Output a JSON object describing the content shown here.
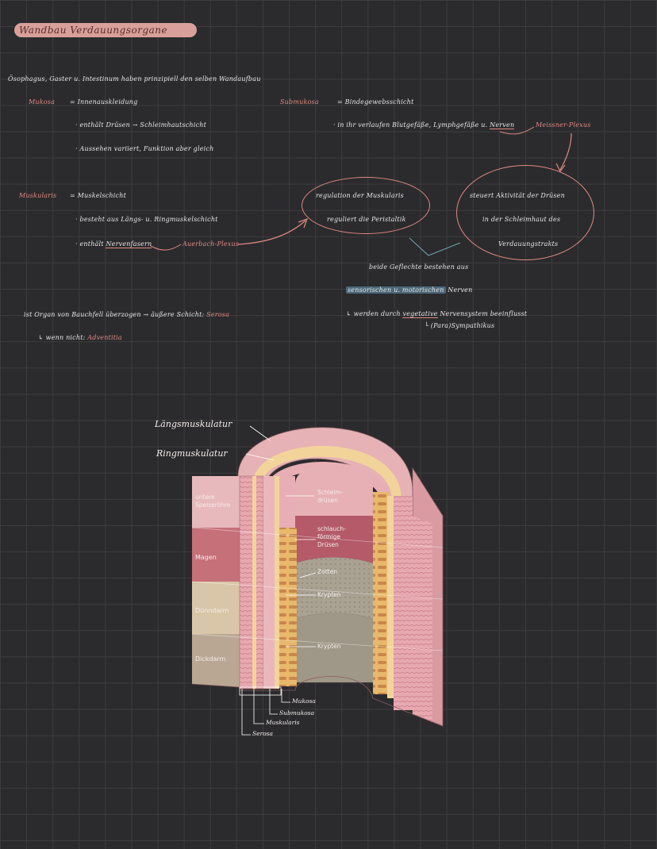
{
  "title": "Wandbau Verdauungsorgane",
  "intro": "Ösophagus, Gaster u. Intestinum haben prinzipiell den selben Wandaufbau",
  "mukosa": {
    "term": "Mukosa",
    "def": "= Innenauskleidung",
    "b1": "enthält Drüsen → Schleimhautschicht",
    "b2": "Aussehen variiert, Funktion aber gleich"
  },
  "submukosa": {
    "term": "Submukosa",
    "def": "= Bindegewebsschicht",
    "b1_pre": "in ihr verlaufen Blutgefäße, Lymphgefäße u.",
    "b1_nerves": "Nerven",
    "plexus": "Meissner-Plexus"
  },
  "muskularis": {
    "term": "Muskularis",
    "def": "= Muskelschicht",
    "b1": "besteht aus Längs- u. Ringmuskelschicht",
    "b2_pre": "enthält",
    "b2_fibers": "Nervenfasern",
    "plexus": "Auerbach-Plexus"
  },
  "ellipse_left": {
    "line1": "regulation der Muskularis",
    "line2": "reguliert die Peristaltik"
  },
  "ellipse_right": {
    "line1": "steuert Aktivität der Drüsen",
    "line2": "in der Schleimhaut des",
    "line3": "Verdauungstrakts"
  },
  "both": {
    "line1": "beide Geflechte bestehen aus",
    "highlight": "sensorischen u. motorischen",
    "line2_rest": "Nerven",
    "line3_pre": "↳ werden durch",
    "line3_veg": "vegetative",
    "line3_post": "Nervensystem beeinflusst",
    "line4": "└ (Para)Sympathikus"
  },
  "serosa_note": {
    "line1_pre": "ist Organ von Bauchfell überzogen → äußere Schicht:",
    "line1_term": "Serosa",
    "line2_pre": "↳ wenn nicht:",
    "line2_term": "Adventitia"
  },
  "diagram": {
    "top_label_1": "Längsmuskulatur",
    "top_label_2": "Ringmuskulatur",
    "sections": [
      "untere Speiseröhre",
      "Magen",
      "Dünndarm",
      "Dickdarm"
    ],
    "inner_labels": [
      "Schleim-drüsen",
      "schlauch-förmige Drüsen",
      "Zotten",
      "Krypten",
      "Krypten"
    ],
    "bottom_labels": [
      "Mukosa",
      "Submukosa",
      "Muskularis",
      "Serosa"
    ],
    "colors": {
      "speiseroehre": "#e7b8bc",
      "magen": "#c67079",
      "duenndarm": "#d9c6a8",
      "dickdarm": "#b9a794",
      "muscle": "#e7a8b0",
      "submucosa": "#f2d49b"
    }
  }
}
